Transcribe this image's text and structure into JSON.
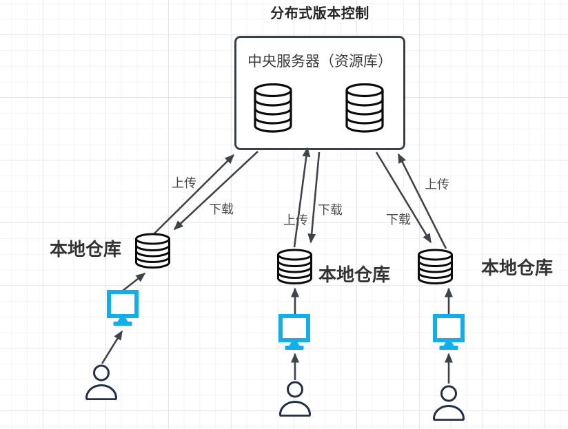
{
  "title": "分布式版本控制",
  "central_server": {
    "label": "中央服务器（资源库）",
    "icons": [
      "database-cylinder-icon",
      "database-cylinder-icon"
    ]
  },
  "local_repos": [
    {
      "label": "本地仓库",
      "position": "left"
    },
    {
      "label": "本地仓库",
      "position": "middle"
    },
    {
      "label": "本地仓库",
      "position": "right"
    }
  ],
  "edge_labels": {
    "left_upload": "上传",
    "left_download": "下载",
    "middle_upload": "上传",
    "middle_download": "下载",
    "right_upload": "上传",
    "right_download": "下载"
  },
  "icons": {
    "repository": "database-cylinder-icon",
    "workstation": "computer-monitor-icon",
    "user": "person-icon"
  },
  "colors": {
    "monitor_accent": "#12aeeb",
    "arrow": "#3f444b",
    "person_stroke": "#232f48",
    "box_border": "#39404a",
    "cylinder_stroke": "#0b0b0b",
    "title_text": "#262626",
    "repo_label_text": "#333333",
    "edge_label_text": "#4d4d4d",
    "grid_minor": "#f3f3f5",
    "grid_major": "#e8e8eb",
    "background": "#ffffff"
  }
}
